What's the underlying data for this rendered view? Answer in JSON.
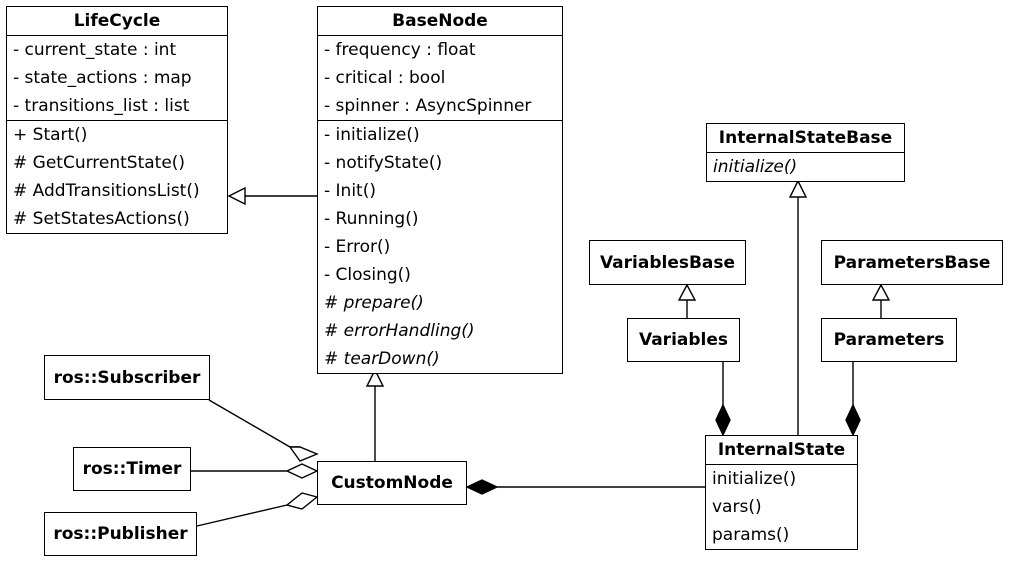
{
  "lifecycle": {
    "title": "LifeCycle",
    "attributes": [
      "- current_state : int",
      "- state_actions : map",
      "- transitions_list : list"
    ],
    "methods": [
      "+ Start()",
      "# GetCurrentState()",
      "# AddTransitionsList()",
      "# SetStatesActions()"
    ]
  },
  "basenode": {
    "title": "BaseNode",
    "attributes": [
      "- frequency : float",
      "- critical : bool",
      "- spinner : AsyncSpinner"
    ],
    "methods": [
      "- initialize()",
      "- notifyState()",
      "- Init()",
      "- Running()",
      "- Error()",
      "- Closing()"
    ],
    "abstract_methods": [
      "# prepare()",
      "# errorHandling()",
      "# tearDown()"
    ]
  },
  "internalstatebase": {
    "title": "InternalStateBase",
    "methods": [
      "initialize()"
    ]
  },
  "variablesbase": {
    "title": "VariablesBase"
  },
  "parametersbase": {
    "title": "ParametersBase"
  },
  "variables": {
    "title": "Variables"
  },
  "parameters": {
    "title": "Parameters"
  },
  "internalstate": {
    "title": "InternalState",
    "methods": [
      "initialize()",
      "vars()",
      "params()"
    ]
  },
  "customnode": {
    "title": "CustomNode"
  },
  "ros": {
    "subscriber": "ros::Subscriber",
    "timer": "ros::Timer",
    "publisher": "ros::Publisher"
  }
}
